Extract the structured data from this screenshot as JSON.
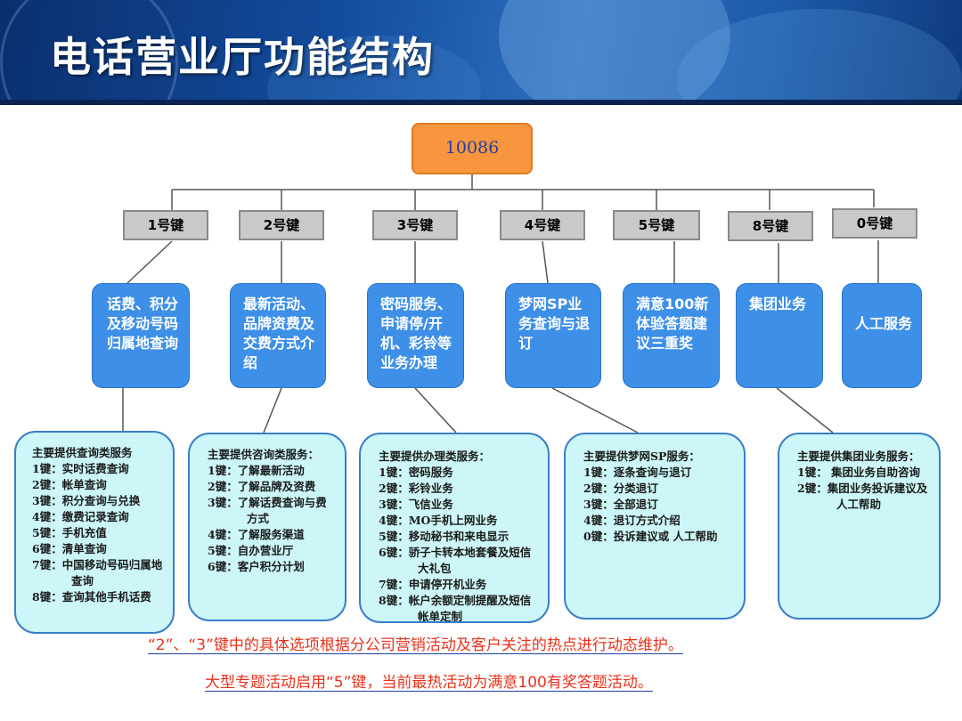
{
  "title": "电话营业厅功能结构",
  "root": "10086",
  "keys": [
    "1号键",
    "2号键",
    "3号键",
    "4号键",
    "5号键",
    "8号键",
    "0号键"
  ],
  "services": [
    "话费、积分及移动号码归属地查询",
    "最新活动、品牌资费及交费方式介绍",
    "密码服务、申请停/开机、彩铃等业务办理",
    "梦网SP业务查询与退订",
    "满意100新体验答题建议三重奖",
    "集团业务",
    "人工服务"
  ],
  "details": [
    {
      "header": "主要提供查询类服务",
      "items": [
        "1键：实时话费查询",
        "2键：帐单查询",
        "3键：积分查询与兑换",
        "4键：缴费记录查询",
        "5键：手机充值",
        "6键：清单查询",
        "7键：中国移动号码归属地查询",
        "8键：查询其他手机话费"
      ]
    },
    {
      "header": "主要提供咨询类服务：",
      "items": [
        "1键：了解最新活动",
        "2键：了解品牌及资费",
        "3键：了解话费查询与费方式",
        "4键：了解服务渠道",
        "5键：自办营业厅",
        "6键：客户积分计划"
      ]
    },
    {
      "header": "主要提供办理类服务：",
      "items": [
        "1键：密码服务",
        "2键：彩铃业务",
        "3键：飞信业务",
        "4键：MO手机上网业务",
        "5键：移动秘书和来电显示",
        "6键：骄子卡转本地套餐及短信大礼包",
        "7键：申请停开机业务",
        "8键：帐户余额定制提醒及短信帐单定制"
      ]
    },
    {
      "header": "主要提供梦网SP服务：",
      "items": [
        "1键：逐条查询与退订",
        "2键：分类退订",
        "3键：全部退订",
        "4键：退订方式介绍",
        "0键：投诉建议或 人工帮助"
      ]
    },
    {
      "header": "主要提供集团业务服务：",
      "items": [
        "1键： 集团业务自助咨询",
        "2键：集团业务投诉建议及人工帮助"
      ]
    }
  ],
  "notes": [
    "“2”、“3”键中的具体选项根据分公司营销活动及客户关注的热点进行动态维护。",
    "大型专题活动启用“5”键，当前最热活动为满意100有奖答题活动。"
  ]
}
